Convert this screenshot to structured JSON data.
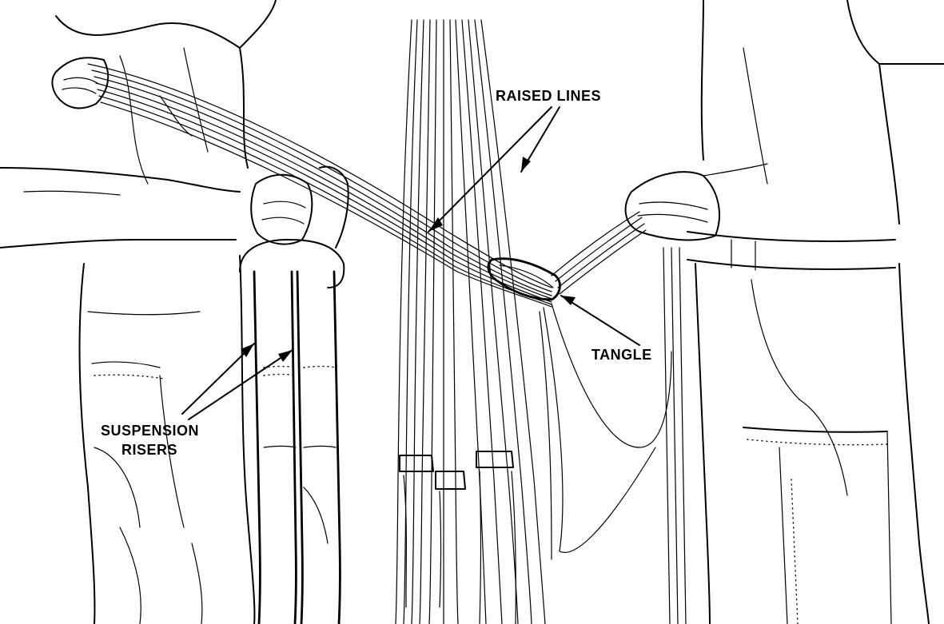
{
  "labels": {
    "raised_lines": "RAISED LINES",
    "tangle": "TANGLE",
    "suspension_risers_line1": "SUSPENSION",
    "suspension_risers_line2": "RISERS"
  },
  "colors": {
    "ink": "#000000",
    "paper": "#ffffff"
  }
}
